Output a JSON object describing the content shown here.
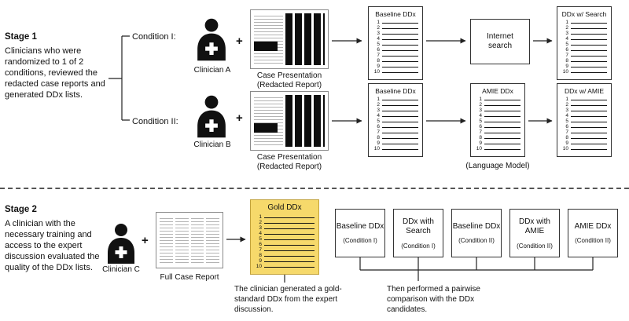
{
  "colors": {
    "gold_fill": "#F6D96B",
    "gold_border": "#C2A23B"
  },
  "lists": {
    "numbers": [
      "1",
      "2",
      "3",
      "4",
      "5",
      "6",
      "7",
      "8",
      "9",
      "10"
    ]
  },
  "stage1": {
    "title": "Stage 1",
    "description": "Clinicians who were randomized to 1 of 2 conditions, reviewed the redacted case reports and generated DDx lists.",
    "condition1": "Condition I:",
    "condition2": "Condition II:",
    "clinician_a": "Clinician A",
    "clinician_b": "Clinician B",
    "plus": "+",
    "case_presentation": "Case Presentation",
    "case_presentation_sub": "(Redacted Report)",
    "baseline_ddx": "Baseline DDx",
    "internet_search": "Internet search",
    "ddx_w_search": "DDx w/ Search",
    "amie_ddx": "AMIE DDx",
    "language_model": "(Language Model)",
    "ddx_w_amie": "DDx w/ AMIE"
  },
  "stage2": {
    "title": "Stage 2",
    "description": "A clinician with the necessary training and access to the expert discussion evaluated the quality of the DDx lists.",
    "clinician_c": "Clinician C",
    "plus": "+",
    "full_case_report": "Full Case Report",
    "gold_ddx": "Gold DDx",
    "comparison_boxes": [
      {
        "title": "Baseline DDx",
        "condition": "(Condition I)"
      },
      {
        "title": "DDx with Search",
        "condition": "(Condition I)"
      },
      {
        "title": "Baseline DDx",
        "condition": "(Condition II)"
      },
      {
        "title": "DDx with AMIE",
        "condition": "(Condition II)"
      },
      {
        "title": "AMIE DDx",
        "condition": "(Condition II)"
      }
    ],
    "caption_gold": "The clinician generated a gold-standard DDx from the expert discussion.",
    "caption_pairwise": "Then performed a pairwise comparison with the DDx candidates."
  }
}
